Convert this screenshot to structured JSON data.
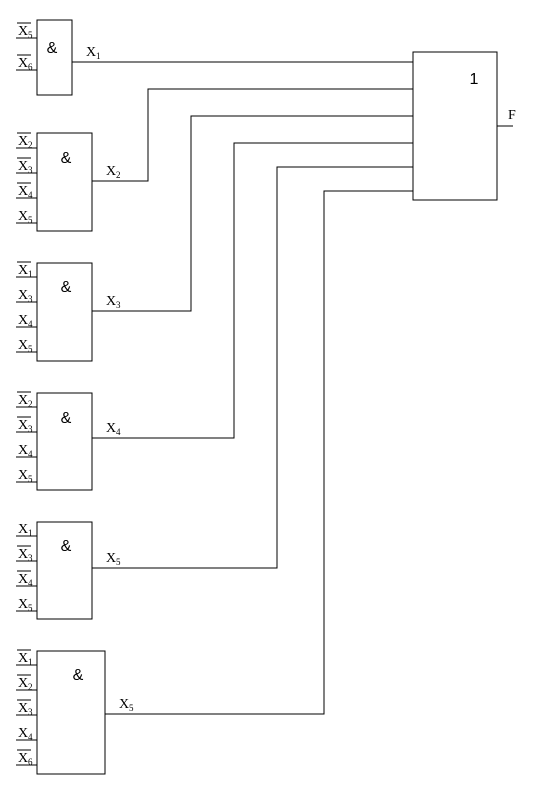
{
  "or_gate": {
    "symbol": "1",
    "output": "F"
  },
  "and_gates": [
    {
      "symbol": "&",
      "inputs": [
        {
          "var": "X",
          "idx": "5",
          "neg": true
        },
        {
          "var": "X",
          "idx": "6",
          "neg": true
        }
      ],
      "output": {
        "var": "X",
        "idx": "1"
      }
    },
    {
      "symbol": "&",
      "inputs": [
        {
          "var": "X",
          "idx": "2",
          "neg": true
        },
        {
          "var": "X",
          "idx": "3",
          "neg": true
        },
        {
          "var": "X",
          "idx": "4",
          "neg": true
        },
        {
          "var": "X",
          "idx": "5",
          "neg": false
        }
      ],
      "output": {
        "var": "X",
        "idx": "2"
      }
    },
    {
      "symbol": "&",
      "inputs": [
        {
          "var": "X",
          "idx": "1",
          "neg": true
        },
        {
          "var": "X",
          "idx": "3",
          "neg": false
        },
        {
          "var": "X",
          "idx": "4",
          "neg": false
        },
        {
          "var": "X",
          "idx": "5",
          "neg": false
        }
      ],
      "output": {
        "var": "X",
        "idx": "3"
      }
    },
    {
      "symbol": "&",
      "inputs": [
        {
          "var": "X",
          "idx": "2",
          "neg": true
        },
        {
          "var": "X",
          "idx": "3",
          "neg": true
        },
        {
          "var": "X",
          "idx": "4",
          "neg": false
        },
        {
          "var": "X",
          "idx": "5",
          "neg": false
        }
      ],
      "output": {
        "var": "X",
        "idx": "4"
      }
    },
    {
      "symbol": "&",
      "inputs": [
        {
          "var": "X",
          "idx": "1",
          "neg": false
        },
        {
          "var": "X",
          "idx": "3",
          "neg": true
        },
        {
          "var": "X",
          "idx": "4",
          "neg": true
        },
        {
          "var": "X",
          "idx": "5",
          "neg": false
        }
      ],
      "output": {
        "var": "X",
        "idx": "5"
      }
    },
    {
      "symbol": "&",
      "inputs": [
        {
          "var": "X",
          "idx": "1",
          "neg": true
        },
        {
          "var": "X",
          "idx": "2",
          "neg": true
        },
        {
          "var": "X",
          "idx": "3",
          "neg": true
        },
        {
          "var": "X",
          "idx": "4",
          "neg": false
        },
        {
          "var": "X",
          "idx": "6",
          "neg": true
        }
      ],
      "output": {
        "var": "X",
        "idx": "5"
      }
    }
  ]
}
